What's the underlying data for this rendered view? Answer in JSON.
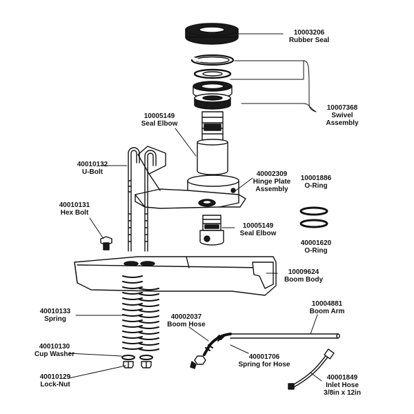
{
  "colors": {
    "ink": "#111111",
    "paper": "#ffffff",
    "shade": "#1a1a1a"
  },
  "labels": {
    "rubber_seal": {
      "number": "10003206",
      "name": "Rubber Seal"
    },
    "swivel": {
      "number": "10007368",
      "name": "Swivel",
      "name2": "Assembly"
    },
    "seal_elbow_top": {
      "number": "10005149",
      "name": "Seal Elbow"
    },
    "u_bolt": {
      "number": "40010132",
      "name": "U-Bolt"
    },
    "hinge_plate": {
      "number": "40002309",
      "name": "Hinge Plate",
      "name2": "Assembly"
    },
    "o_ring_top": {
      "number": "10001886",
      "name": "O-Ring"
    },
    "hex_bolt": {
      "number": "40010131",
      "name": "Hex Bolt"
    },
    "seal_elbow_bot": {
      "number": "10005149",
      "name": "Seal Elbow"
    },
    "o_ring_bot": {
      "number": "40001620",
      "name": "O-Ring"
    },
    "boom_body": {
      "number": "10009624",
      "name": "Boom Body"
    },
    "spring": {
      "number": "40010133",
      "name": "Spring"
    },
    "boom_arm": {
      "number": "10004881",
      "name": "Boom Arm"
    },
    "boom_hose": {
      "number": "40002037",
      "name": "Boom Hose"
    },
    "cup_washer": {
      "number": "40010130",
      "name": "Cup Washer"
    },
    "spring_hose": {
      "number": "40001706",
      "name": "Spring for Hose"
    },
    "lock_nut": {
      "number": "40010129",
      "name": "Lock-Nut"
    },
    "inlet_hose": {
      "number": "40001849",
      "name": "Inlet Hose",
      "name2": "3/8in x 12in"
    }
  }
}
